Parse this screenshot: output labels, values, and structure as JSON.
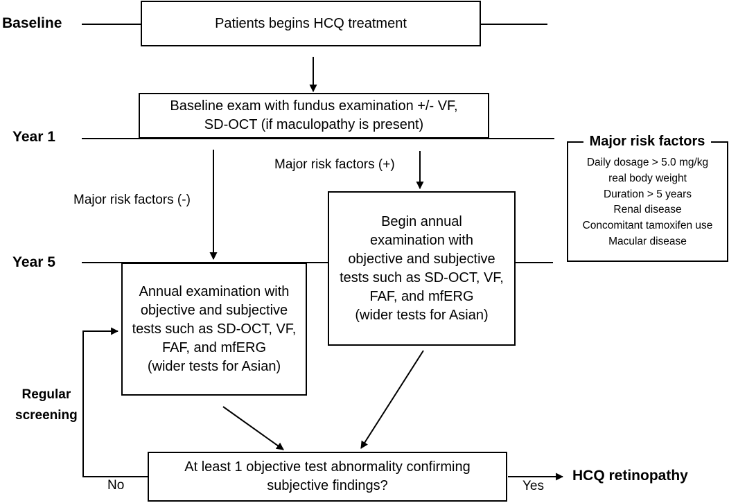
{
  "stages": {
    "baseline": "Baseline",
    "year1": "Year 1",
    "year5": "Year 5"
  },
  "boxes": {
    "start": "Patients begins HCQ treatment",
    "baseline_exam": "Baseline exam with fundus examination +/- VF,\nSD-OCT (if maculopathy is present)",
    "annual_exam": "Annual examination with\nobjective and subjective\ntests such as SD-OCT, VF,\nFAF, and mfERG\n(wider tests for Asian)",
    "begin_annual_exam": "Begin annual\nexamination with\nobjective and subjective\ntests such as SD-OCT, VF,\nFAF, and mfERG\n(wider tests for Asian)",
    "decision": "At least 1 objective test abnormality confirming\nsubjective findings?"
  },
  "edge_labels": {
    "risk_negative": "Major risk factors (-)",
    "risk_positive": "Major risk factors (+)",
    "regular_screening": "Regular\nscreening",
    "no": "No",
    "yes": "Yes"
  },
  "outcome": "HCQ retinopathy",
  "risk_factors": {
    "title": "Major risk factors",
    "items": [
      "Daily dosage > 5.0 mg/kg",
      "real body weight",
      "Duration > 5 years",
      "Renal disease",
      "Concomitant tamoxifen use",
      "Macular disease"
    ]
  }
}
